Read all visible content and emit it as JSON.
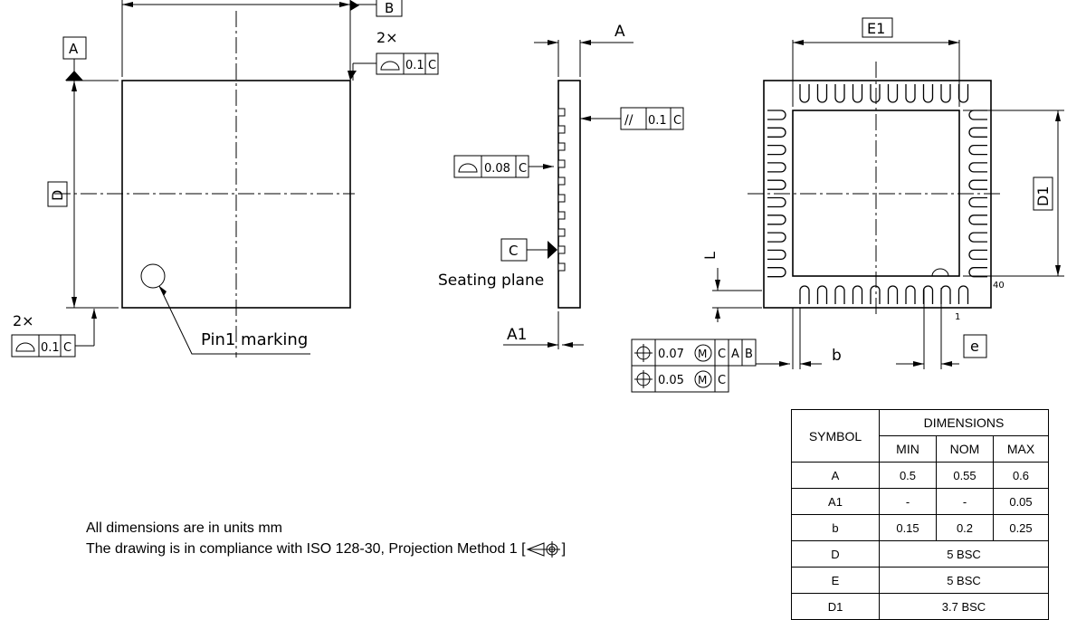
{
  "datum_labels": {
    "a": "A",
    "b": "B",
    "c": "C"
  },
  "dims": {
    "d": "D",
    "e1": "E1",
    "d1": "D1",
    "a": "A",
    "a1": "A1",
    "b": "b",
    "e": "e",
    "l": "L"
  },
  "pin_labels": {
    "pin1": "1",
    "pin40": "40"
  },
  "labels": {
    "pin1_marking": "Pin1 marking",
    "seating_plane": "Seating plane"
  },
  "fcf": {
    "count_2x_top": "2×",
    "count_2x_bottom": "2×",
    "top_flatness": {
      "tol": "0.1",
      "datum": "C"
    },
    "bottom_flatness": {
      "tol": "0.1",
      "datum": "C"
    },
    "parallelism": {
      "symbol": "//",
      "tol": "0.1",
      "datum": "C"
    },
    "coplanarity": {
      "tol": "0.08",
      "datum": "C"
    },
    "position1": {
      "tol": "0.07",
      "mod": "M",
      "d1": "C",
      "d2": "A",
      "d3": "B"
    },
    "position2": {
      "tol": "0.05",
      "mod": "M",
      "d1": "C"
    }
  },
  "notes": {
    "line1": "All dimensions are in units mm",
    "line2_prefix": "The drawing is in compliance with ISO 128-30, Projection Method 1 [",
    "line2_suffix": "]"
  },
  "table": {
    "symbol_header": "SYMBOL",
    "dimensions_header": "DIMENSIONS",
    "sub_headers": [
      "MIN",
      "NOM",
      "MAX"
    ],
    "rows": [
      {
        "symbol": "A",
        "values": [
          "0.5",
          "0.55",
          "0.6"
        ]
      },
      {
        "symbol": "A1",
        "values": [
          "-",
          "-",
          "0.05"
        ]
      },
      {
        "symbol": "b",
        "values": [
          "0.15",
          "0.2",
          "0.25"
        ]
      },
      {
        "symbol": "D",
        "span": "5 BSC"
      },
      {
        "symbol": "E",
        "span": "5 BSC"
      },
      {
        "symbol": "D1",
        "span": "3.7 BSC"
      }
    ]
  }
}
